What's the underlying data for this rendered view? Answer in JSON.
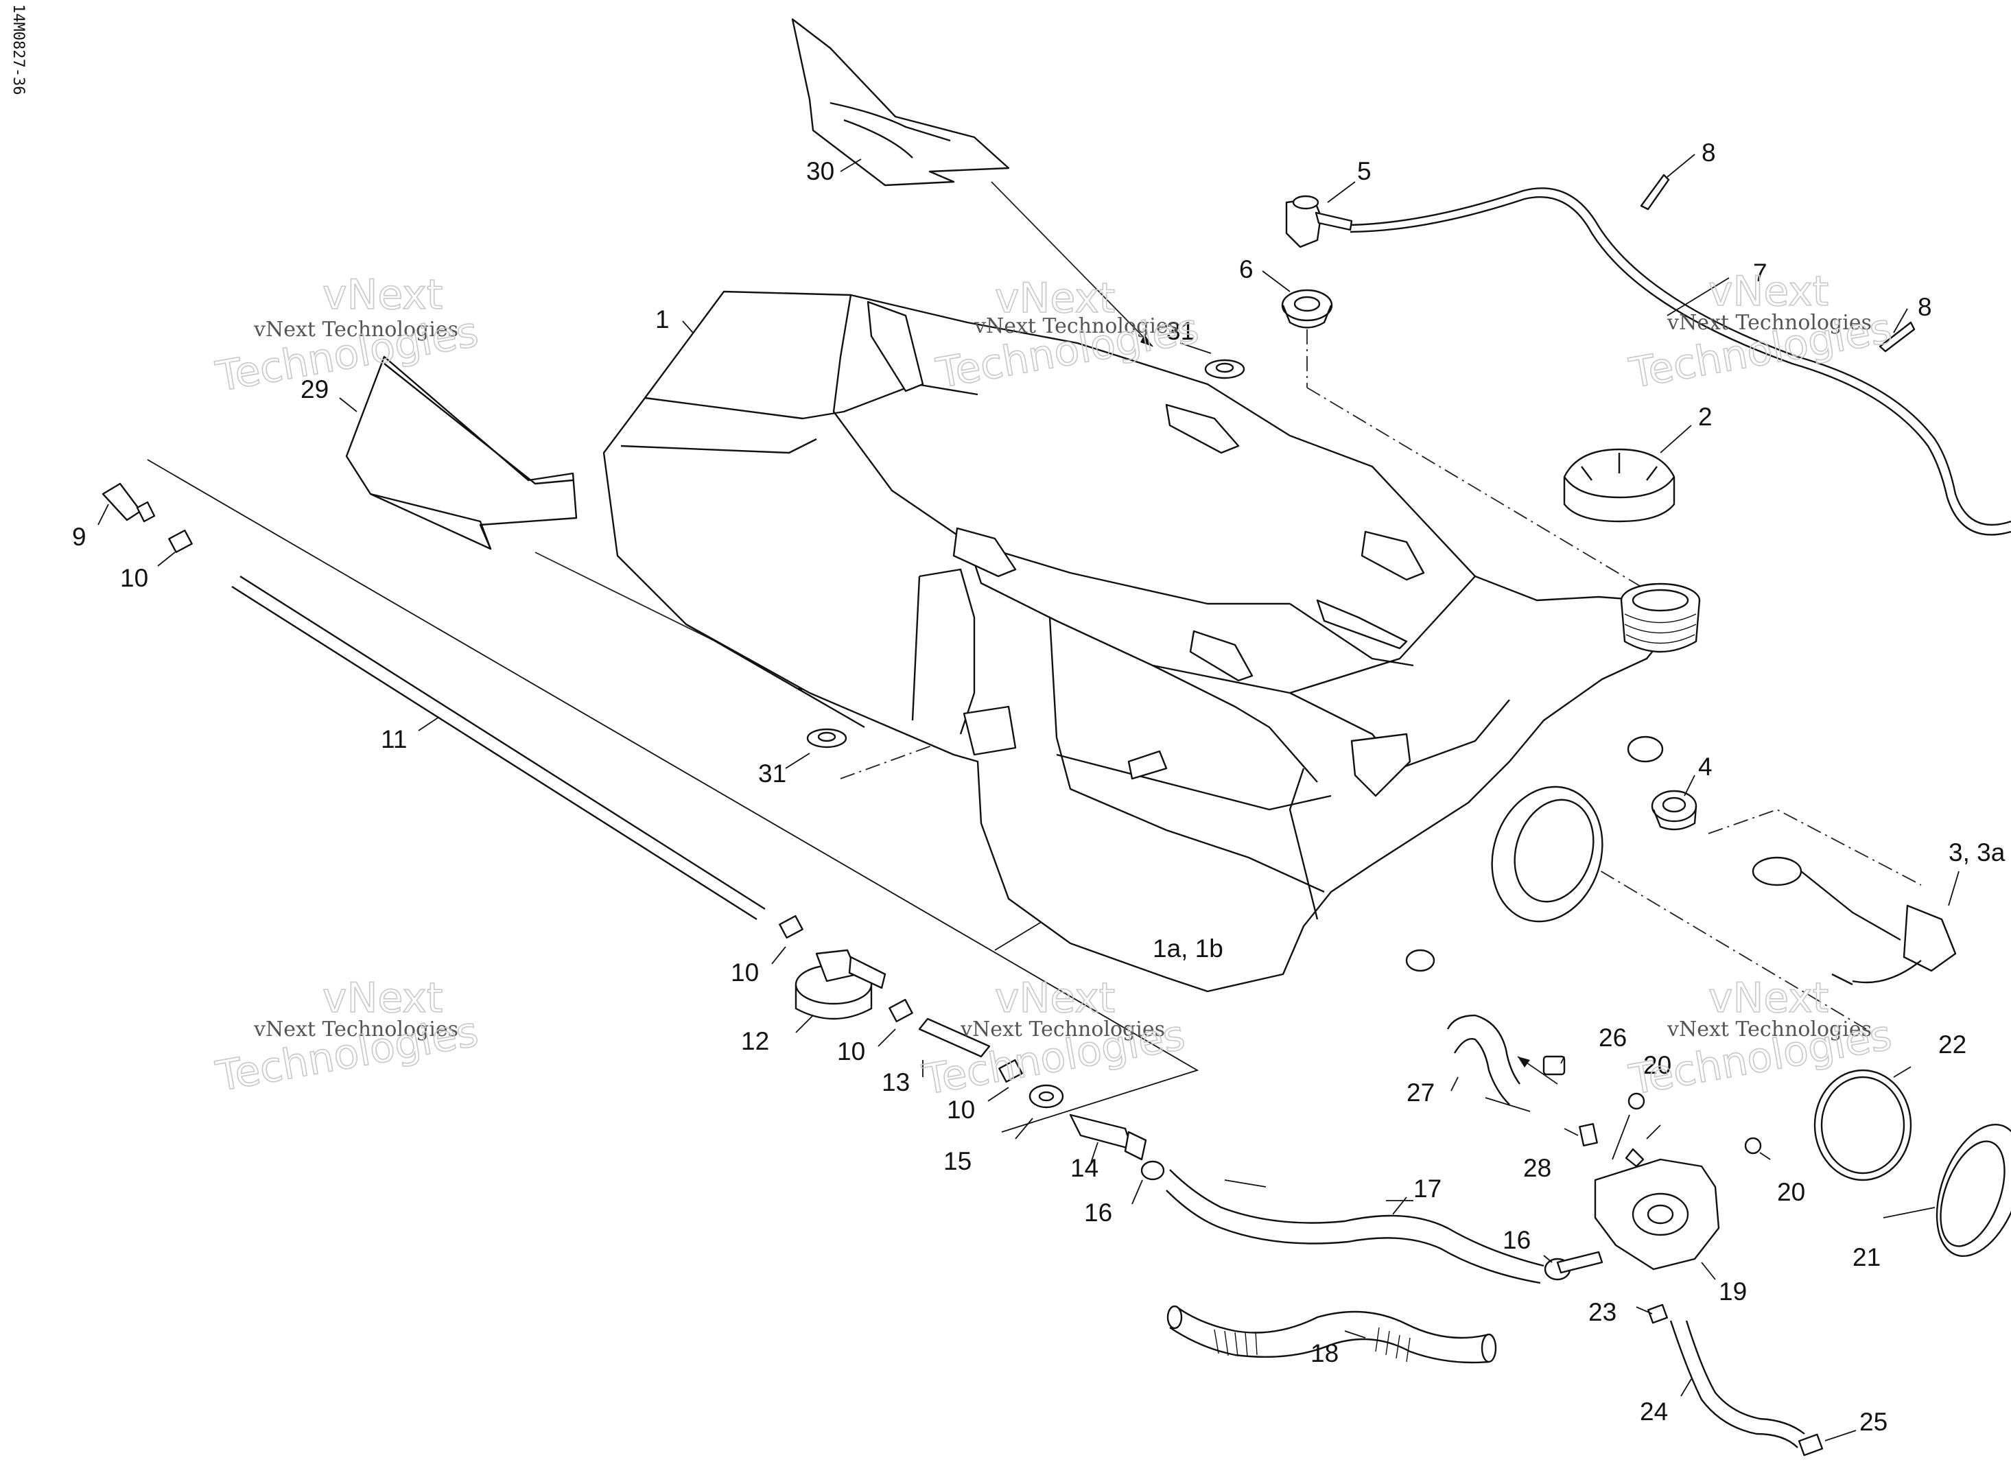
{
  "diagram": {
    "reference_code": "14M0827-36",
    "watermark": {
      "line1": "vNext Technologies",
      "line2": "vNext",
      "line3": "Technologies"
    },
    "callouts": {
      "c1": "1",
      "c1a": "1a, 1b",
      "c2": "2",
      "c3": "3, 3a",
      "c4": "4",
      "c5": "5",
      "c6": "6",
      "c7": "7",
      "c8a": "8",
      "c8b": "8",
      "c9": "9",
      "c10a": "10",
      "c10b": "10",
      "c10c": "10",
      "c10d": "10",
      "c11": "11",
      "c12": "12",
      "c13": "13",
      "c14": "14",
      "c15": "15",
      "c16a": "16",
      "c16b": "16",
      "c17": "17",
      "c18": "18",
      "c19": "19",
      "c20a": "20",
      "c20b": "20",
      "c21": "21",
      "c22": "22",
      "c23": "23",
      "c24": "24",
      "c25": "25",
      "c26": "26",
      "c27": "27",
      "c28": "28",
      "c29": "29",
      "c30": "30",
      "c31a": "31",
      "c31b": "31"
    }
  }
}
